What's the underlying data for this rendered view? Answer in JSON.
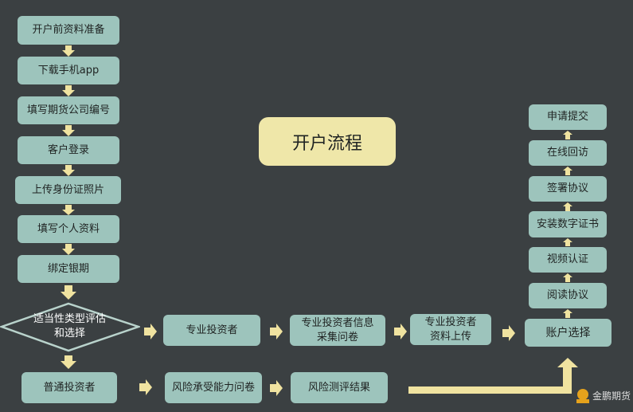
{
  "title": "开户流程",
  "left_steps": [
    "开户前资料准备",
    "下载手机app",
    "填写期货公司编号",
    "客户登录",
    "上传身份证照片",
    "填写个人资料",
    "绑定银期"
  ],
  "decision": {
    "line1": "适当性类型评估",
    "line2": "和选择"
  },
  "professional_path": {
    "step1": "专业投资者",
    "step2_line1": "专业投资者信息",
    "step2_line2": "采集问卷",
    "step3_line1": "专业投资者",
    "step3_line2": "资料上传"
  },
  "ordinary_path": {
    "step1": "普通投资者",
    "step2": "风险承受能力问卷",
    "step3": "风险测评结果"
  },
  "right_steps": [
    "账户选择",
    "阅读协议",
    "视频认证",
    "安装数字证书",
    "签署协议",
    "在线回访",
    "申请提交"
  ],
  "logo_text": "金鹏期货",
  "colors": {
    "background": "#3b4042",
    "box": "#9dc4bc",
    "arrow": "#f0e3a0",
    "title_box": "#efe7a9"
  }
}
